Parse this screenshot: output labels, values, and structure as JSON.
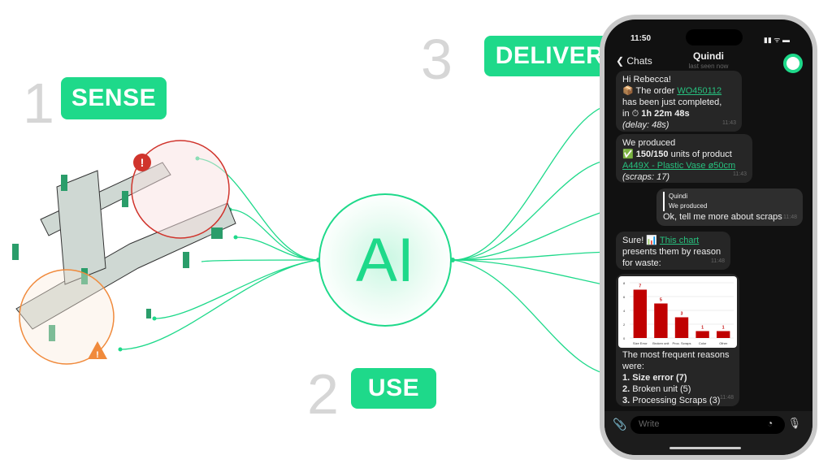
{
  "steps": [
    {
      "number": "1",
      "label": "SENSE"
    },
    {
      "number": "2",
      "label": "USE"
    },
    {
      "number": "3",
      "label": "DELIVER"
    }
  ],
  "ai_label": "AI",
  "colors": {
    "accent": "#1ed98a",
    "alert_red": "#d0342c",
    "alert_orange": "#f08a3c",
    "bar": "#c00000"
  },
  "phone": {
    "status_time": "11:50",
    "back_label": "Chats",
    "contact_name": "Quindi",
    "contact_status": "last seen now",
    "messages": [
      {
        "l1": "Hi Rebecca!",
        "l2_pre": "📦 The order ",
        "l2_link": "WO450112",
        "l3": "has been just completed,",
        "l4_pre": "in ⏱ ",
        "l4_bold": "1h 22m 48s",
        "l5": "(delay: 48s)",
        "time": "11:43"
      },
      {
        "l1": "We produced",
        "l2_pre": "✅ ",
        "l2_bold": "150/150",
        "l2_post": " units of product",
        "l3_link": "A449X - Plastic Vase ø50cm",
        "l4": "(scraps: 17)",
        "time": "11:43"
      },
      {
        "quote_author": "Quindi",
        "quote_text": "We produced",
        "text": "Ok, tell me more about scraps",
        "time": "11:48"
      },
      {
        "pre": "Sure! 📊 ",
        "link": "This chart",
        "rest": "presents them by reason for waste:",
        "time": "11:48"
      },
      {
        "intro": "The most frequent reasons were:",
        "items": [
          {
            "n": "1.",
            "text": "Size error (7)"
          },
          {
            "n": "2.",
            "text": "Broken unit (5)"
          },
          {
            "n": "3.",
            "text": "Processing Scraps (3)"
          }
        ],
        "time": "11:48"
      }
    ],
    "input_placeholder": "Write"
  },
  "chart_data": {
    "type": "bar",
    "categories": [
      "Size Error",
      "Broken unit",
      "Proc. Scraps",
      "Color",
      "Other"
    ],
    "values": [
      7,
      5,
      3,
      1,
      1
    ],
    "yticks": [
      0,
      2,
      4,
      6,
      8
    ],
    "ylim": [
      0,
      8
    ],
    "title": "",
    "xlabel": "",
    "ylabel": ""
  }
}
